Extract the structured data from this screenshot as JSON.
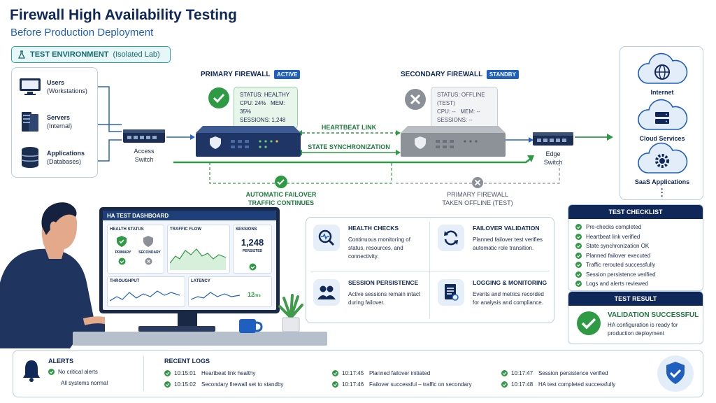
{
  "header": {
    "title": "Firewall High Availability Testing",
    "subtitle": "Before Production Deployment"
  },
  "environment": {
    "label_bold": "TEST ENVIRONMENT",
    "label_light": "(Isolated Lab)"
  },
  "sources": [
    {
      "name": "Users",
      "desc": "(Workstations)",
      "icon": "monitor-icon"
    },
    {
      "name": "Servers",
      "desc": "(Internal)",
      "icon": "server-icon"
    },
    {
      "name": "Applications",
      "desc": "(Databases)",
      "icon": "database-icon"
    }
  ],
  "access_switch": {
    "label": "Access\nSwitch"
  },
  "edge_switch": {
    "label": "Edge\nSwitch"
  },
  "primary": {
    "name": "PRIMARY FIREWALL",
    "badge": "ACTIVE",
    "status": "STATUS: HEALTHY",
    "cpu": "CPU: 24%",
    "mem": "MEM: 35%",
    "sessions": "SESSIONS: 1,248"
  },
  "secondary": {
    "name": "SECONDARY FIREWALL",
    "badge": "STANDBY",
    "status": "STATUS: OFFLINE (TEST)",
    "cpu": "CPU: --",
    "mem": "MEM: --",
    "sessions": "SESSIONS: --"
  },
  "links": {
    "heartbeat": "HEARTBEAT LINK",
    "state_sync": "STATE SYNCHRONIZATION"
  },
  "failover": {
    "line1": "AUTOMATIC FAILOVER",
    "line2": "TRAFFIC CONTINUES"
  },
  "offline": {
    "line1": "PRIMARY FIREWALL",
    "line2": "TAKEN OFFLINE (TEST)"
  },
  "destinations": [
    {
      "name": "Internet",
      "icon": "globe-icon"
    },
    {
      "name": "Cloud Services",
      "icon": "server-icon"
    },
    {
      "name": "SaaS Applications",
      "icon": "gear-icon"
    }
  ],
  "dashboard": {
    "title": "HA TEST DASHBOARD",
    "health": "HEALTH STATUS",
    "primary": "PRIMARY",
    "secondary": "SECONDARY",
    "traffic": "TRAFFIC FLOW",
    "sessions": "SESSIONS",
    "sessions_value": "1,248",
    "persisted": "PERSISTED",
    "throughput": "THROUGHPUT",
    "latency": "LATENCY",
    "latency_value": "12",
    "latency_unit": "ms"
  },
  "features": [
    {
      "title": "HEALTH CHECKS",
      "desc": "Continuous monitoring of status, resources, and connectivity.",
      "icon": "magnifier-pulse-icon"
    },
    {
      "title": "FAILOVER VALIDATION",
      "desc": "Planned failover test verifies automatic role transition.",
      "icon": "refresh-icon"
    },
    {
      "title": "SESSION PERSISTENCE",
      "desc": "Active sessions remain intact during failover.",
      "icon": "users-icon"
    },
    {
      "title": "LOGGING & MONITORING",
      "desc": "Events and metrics recorded for analysis and compliance.",
      "icon": "document-icon"
    }
  ],
  "checklist": {
    "title": "TEST CHECKLIST",
    "items": [
      "Pre-checks completed",
      "Heartbeat link verified",
      "State synchronization OK",
      "Planned failover executed",
      "Traffic rerouted successfully",
      "Session persistence verified",
      "Logs and alerts reviewed"
    ]
  },
  "result": {
    "title": "TEST RESULT",
    "headline": "VALIDATION SUCCESSFUL",
    "detail": "HA configuration is ready for production deployment"
  },
  "alerts": {
    "title": "ALERTS",
    "line1": "No critical alerts",
    "line2": "All systems normal"
  },
  "logs": {
    "title": "RECENT LOGS",
    "entries": [
      {
        "time": "10:15:01",
        "msg": "Heartbeat link healthy"
      },
      {
        "time": "10:15:02",
        "msg": "Secondary firewall set to standby"
      },
      {
        "time": "10:17:45",
        "msg": "Planned failover initiated"
      },
      {
        "time": "10:17:46",
        "msg": "Failover successful – traffic on secondary"
      },
      {
        "time": "10:17:47",
        "msg": "Session persistence verified"
      },
      {
        "time": "10:17:48",
        "msg": "HA test completed successfully"
      }
    ]
  },
  "colors": {
    "navy": "#10275a",
    "green": "#2e9a44",
    "blue": "#1e5fc0",
    "teal": "#2aa0a8",
    "gray": "#8a8f98"
  }
}
